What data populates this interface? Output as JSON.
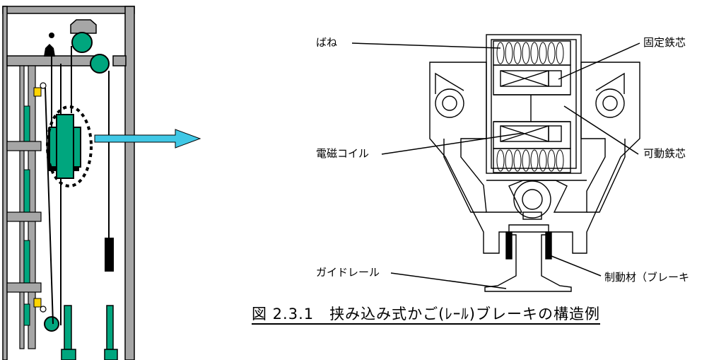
{
  "labels": {
    "spring": "ばね",
    "fixed_core": "固定鉄芯",
    "movable_core": "可動鉄芯",
    "coil": "電磁コイル",
    "guide_rail": "ガイドレール",
    "brake_material": "制動材（ブレーキ"
  },
  "caption": "図 2.3.1　挟み込み式かご(ﾚｰﾙ)ブレーキの構造例",
  "colors": {
    "frame_gray": "#a6a6a6",
    "equipment_green": "#00a67e",
    "bracket_yellow": "#ffd400",
    "arrow_cyan": "#40c8e6",
    "line_black": "#000000"
  }
}
